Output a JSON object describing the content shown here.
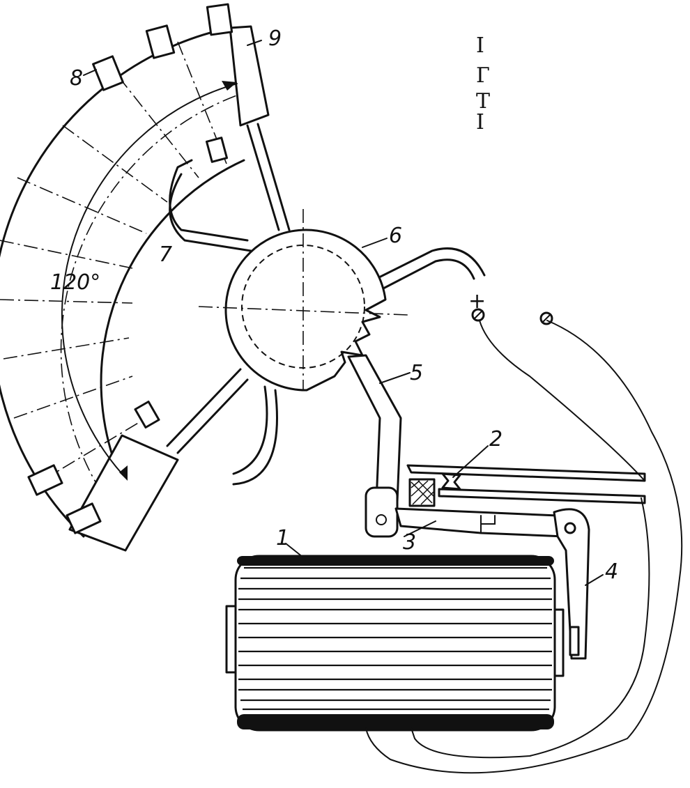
{
  "labels": {
    "coil": "1",
    "contacts": "2",
    "armature": "3",
    "spring_lever": "4",
    "pawl": "5",
    "ratchet_wheel": "6",
    "dial": "7",
    "pin": "8",
    "sector": "9"
  },
  "angle_label": "120°",
  "terminal_plus": "+",
  "scale_marks": [
    "I",
    "Г",
    "Т",
    "Ⅰ"
  ],
  "colors": {
    "ink": "#111111",
    "paper": "#ffffff"
  }
}
